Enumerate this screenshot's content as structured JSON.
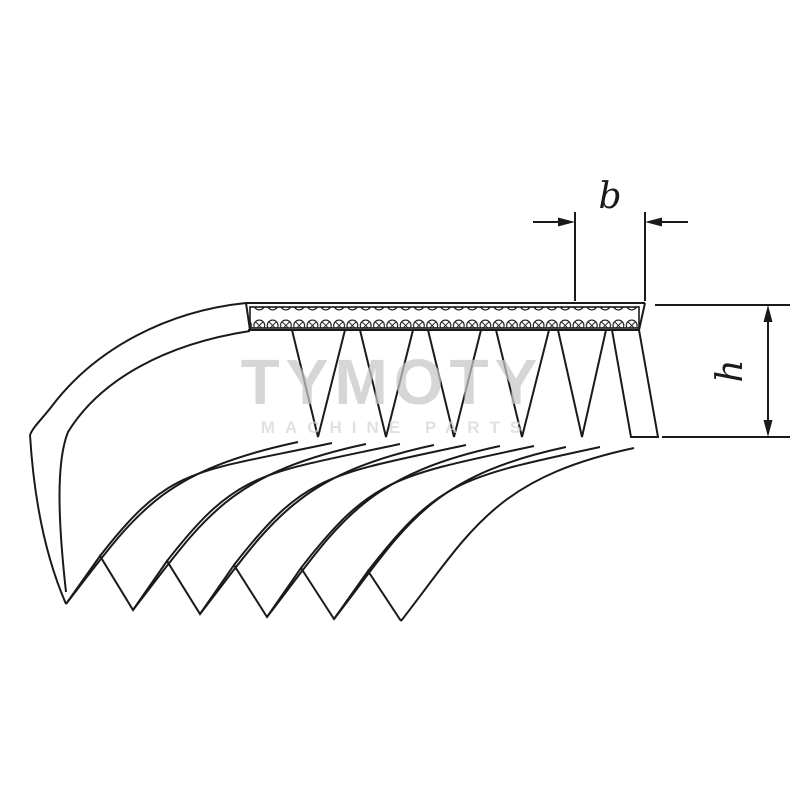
{
  "diagram": {
    "kind": "poly-v-belt technical drawing",
    "front_ribs": 5,
    "bottom_teeth": 6
  },
  "labels": {
    "width": "b",
    "height": "h"
  },
  "watermark": {
    "line1": "TYMOTY",
    "line2": "MACHINE PARTS"
  },
  "colors": {
    "line": "#1a1a1a",
    "watermark_big": "#c7c7c7",
    "watermark_small": "#d6d6d6",
    "background": "#ffffff"
  }
}
